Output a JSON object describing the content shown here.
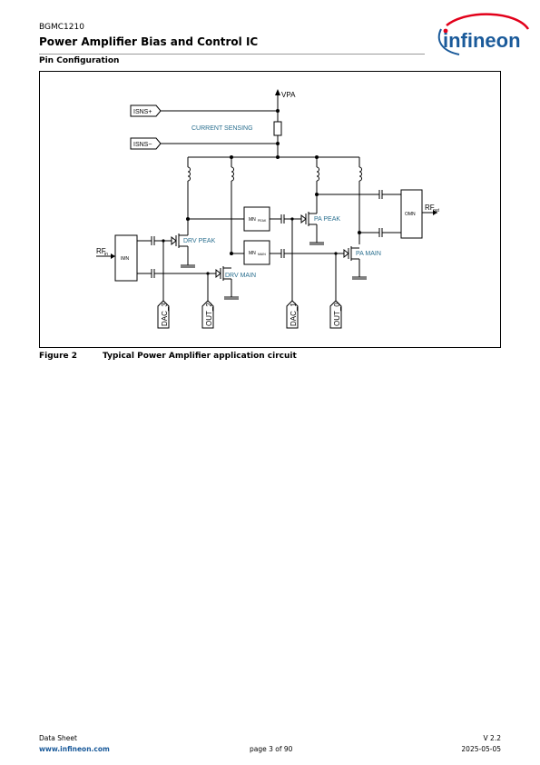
{
  "header": {
    "doc_id": "BGMC1210",
    "title": "Power Amplifier Bias and Control IC",
    "section": "Pin Configuration",
    "logo_text": "infineon"
  },
  "circuit": {
    "supply": "VPA",
    "isns_plus": "ISNS+",
    "isns_minus": "ISNS−",
    "current_sensing": "CURRENT SENSING",
    "rf_in": "RF",
    "rf_in_sub": "in",
    "rf_out": "RF",
    "rf_out_sub": "out",
    "imn": "IMN",
    "omn": "OMN",
    "mn_peak": "MN",
    "mn_peak_sub": "PEAK",
    "mn_main": "MN",
    "mn_main_sub": "MAIN",
    "drv_peak": "DRV PEAK",
    "drv_main": "DRV MAIN",
    "pa_peak": "PA PEAK",
    "pa_main": "PA MAIN",
    "dac3": "DAC_3",
    "out2": "OUT_2",
    "dac1": "DAC_1",
    "out0": "OUT_0"
  },
  "figure": {
    "number": "Figure 2",
    "caption": "Typical Power Amplifier application circuit"
  },
  "footer": {
    "doc_type": "Data Sheet",
    "website": "www.infineon.com",
    "page": "page 3 of 90",
    "version": "V 2.2",
    "date": "2025-05-05"
  },
  "colors": {
    "label_teal": "#2a6f8f",
    "brand_blue": "#1a5a9a",
    "brand_red": "#e2001a"
  }
}
